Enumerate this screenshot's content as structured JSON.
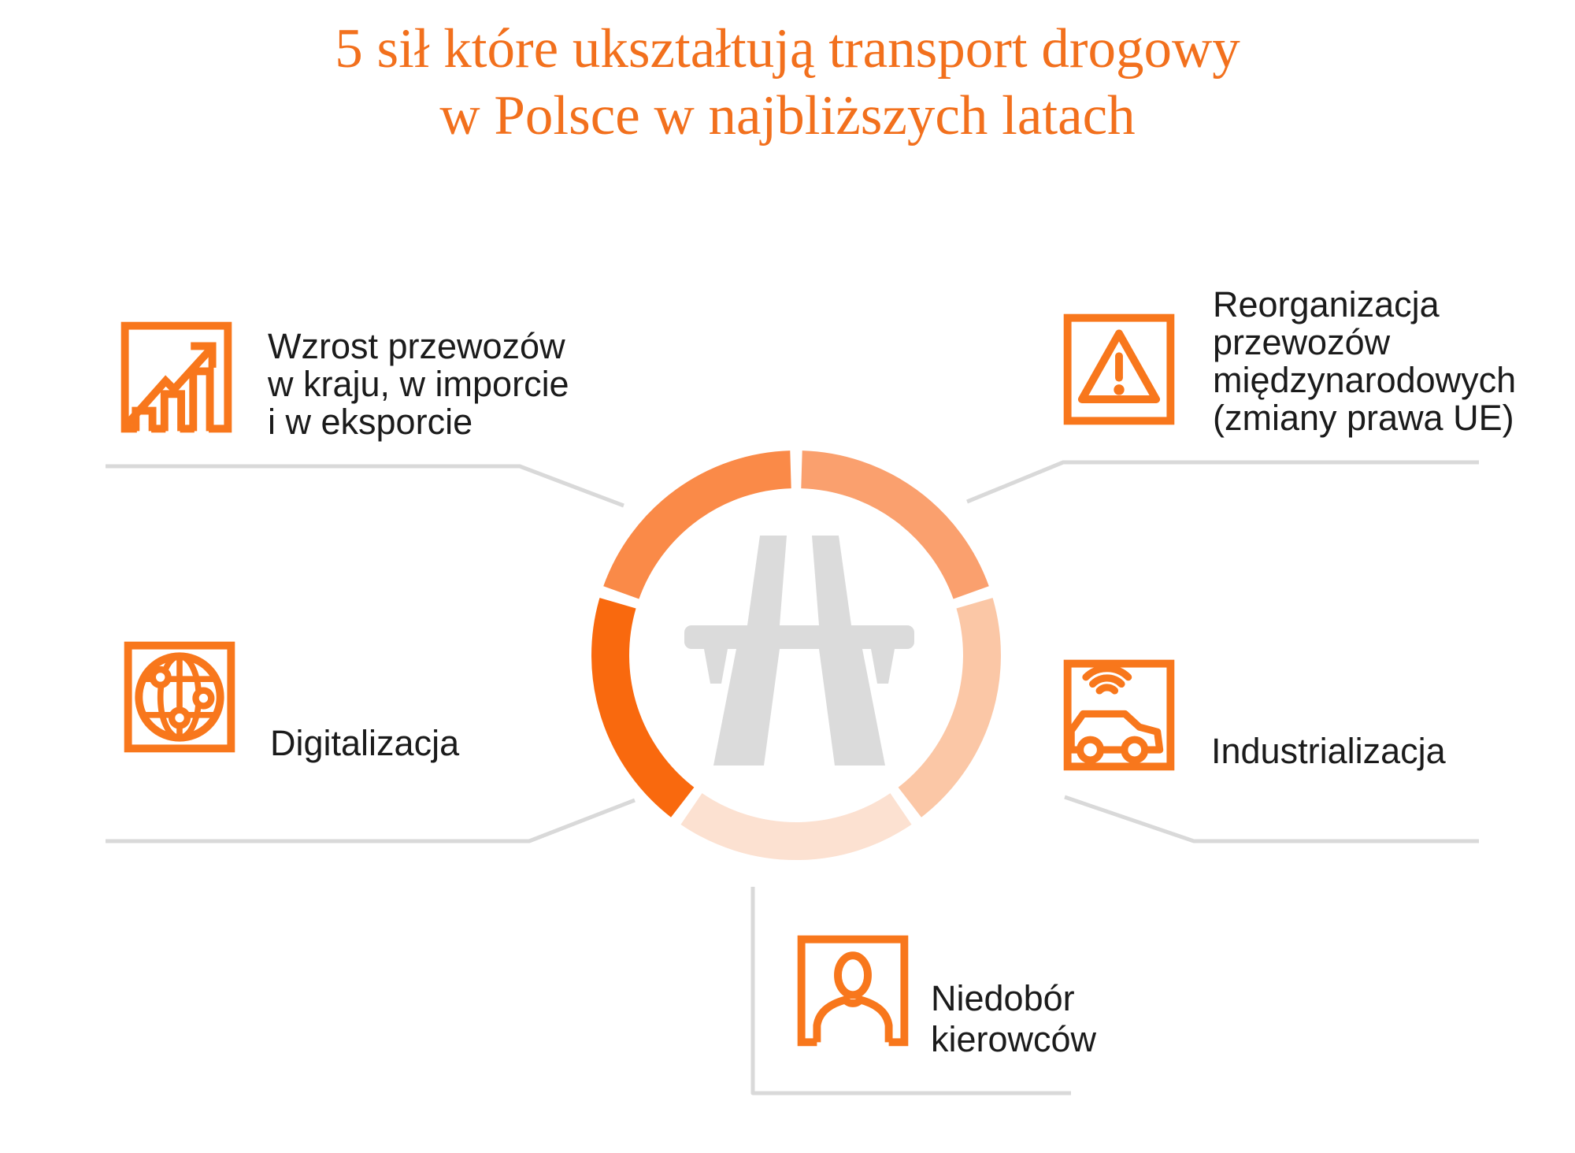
{
  "title": {
    "line1": "5 sił które ukształtują transport drogowy",
    "line2": "w Polsce w najbliższych latach"
  },
  "ring": {
    "center_icon": "motorway-icon",
    "segments": [
      {
        "id": "reorganizacja-przewozow",
        "from": 0,
        "to": 72,
        "color": "#FAA06E"
      },
      {
        "id": "industrializacja",
        "from": 72,
        "to": 144,
        "color": "#FBC7A6"
      },
      {
        "id": "niedobor-kierowcow",
        "from": 144,
        "to": 216,
        "color": "#FCE1D1"
      },
      {
        "id": "digitalizacja",
        "from": 216,
        "to": 288,
        "color": "#F9690E"
      },
      {
        "id": "wzrost-przewozow",
        "from": 288,
        "to": 360,
        "color": "#FA8A48"
      }
    ]
  },
  "items": [
    {
      "id": "wzrost-przewozow",
      "icon": "growth-chart-icon",
      "lines": [
        "Wzrost przewozów",
        "w kraju, w imporcie",
        "i w eksporcie"
      ]
    },
    {
      "id": "reorganizacja-przewozow",
      "icon": "warning-triangle-icon",
      "lines": [
        "Reorganizacja",
        "przewozów",
        "międzynarodowych",
        "(zmiany prawa UE)"
      ]
    },
    {
      "id": "digitalizacja",
      "icon": "globe-network-icon",
      "lines": [
        "Digitalizacja"
      ]
    },
    {
      "id": "industrializacja",
      "icon": "connected-car-icon",
      "lines": [
        "Industrializacja"
      ]
    },
    {
      "id": "niedobor-kierowcow",
      "icon": "driver-icon",
      "lines": [
        "Niedobór",
        "kierowców"
      ]
    }
  ],
  "colors": {
    "title": "#F2701D",
    "icon_stroke": "#F8771C",
    "text": "#1B1B1B",
    "connector_line": "#D9D9D9",
    "center_icon_gray": "#DBDBDB",
    "background": "#FFFFFF"
  }
}
